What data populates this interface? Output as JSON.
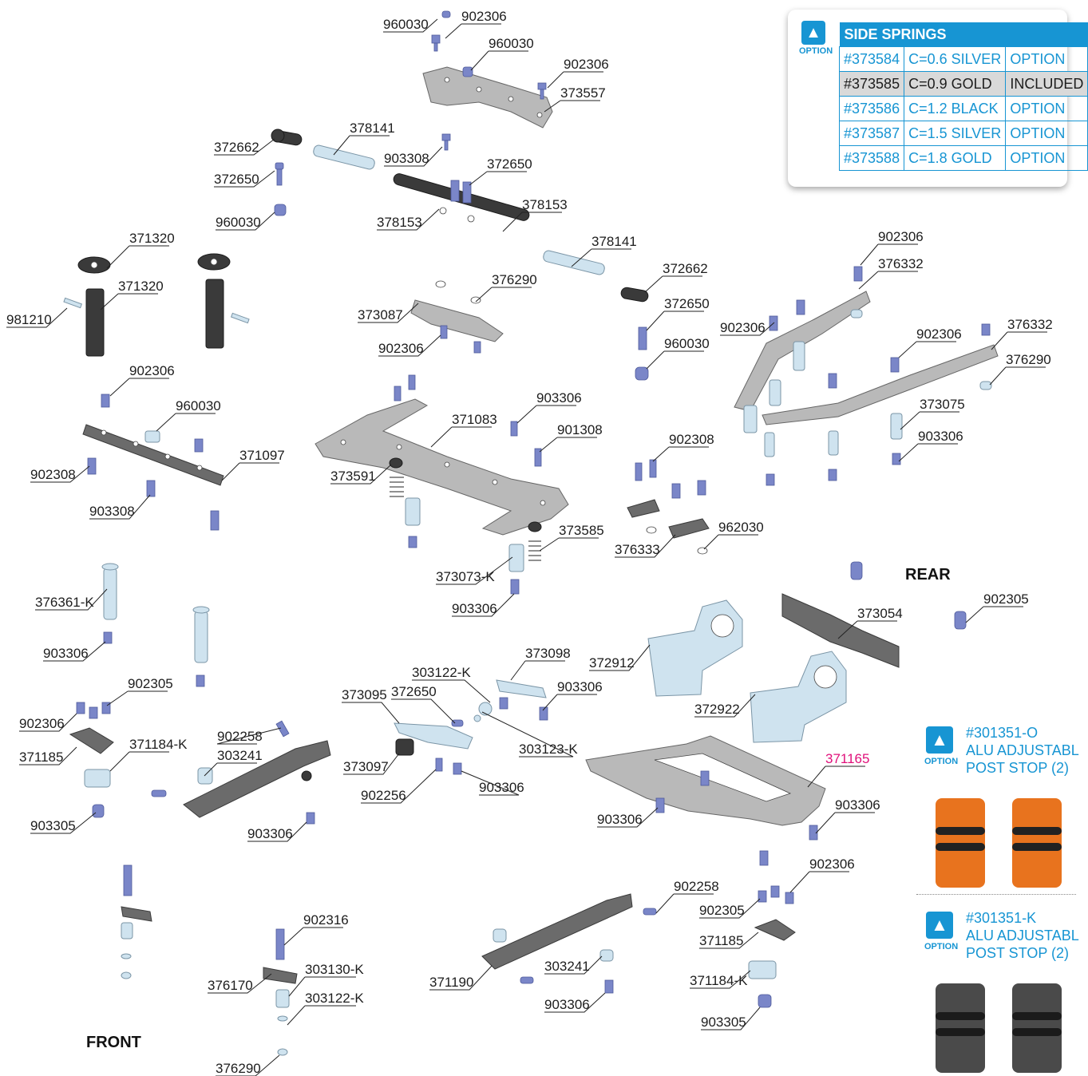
{
  "labels": {
    "l960030a": "960030",
    "l902306a": "902306",
    "l960030b": "960030",
    "l902306b": "902306",
    "l373557": "373557",
    "l903308a": "903308",
    "l372662a": "372662",
    "l378141a": "378141",
    "l372650a": "372650",
    "l960030c": "960030",
    "l372650b": "372650",
    "l378153a": "378153",
    "l378153b": "378153",
    "l371320a": "371320",
    "l371320b": "371320",
    "l981210": "981210",
    "l378141b": "378141",
    "l372662b": "372662",
    "l372650c": "372650",
    "l960030d": "960030",
    "l376290a": "376290",
    "l373087": "373087",
    "l902306c": "902306",
    "l902306d": "902306",
    "l376332a": "376332",
    "l902306e": "902306",
    "l902306f": "902306",
    "l376332b": "376332",
    "l376290b": "376290",
    "l373075": "373075",
    "l903306a": "903306",
    "l902306g": "902306",
    "l960030e": "960030",
    "l371097": "371097",
    "l902308a": "902308",
    "l903308b": "903308",
    "l903306b": "903306",
    "l371083": "371083",
    "l901308": "901308",
    "l373591": "373591",
    "l902308b": "902308",
    "l373585": "373585",
    "l962030": "962030",
    "l376333": "376333",
    "l373073k": "373073-K",
    "l903306c": "903306",
    "l376361k": "376361-K",
    "l903306d": "903306",
    "l902305a": "902305",
    "l373054": "373054",
    "l373098": "373098",
    "l303122ka": "303122-K",
    "l372912": "372912",
    "l903306e": "903306",
    "l373095": "373095",
    "l372650d": "372650",
    "l372922": "372922",
    "l902305b": "902305",
    "l902306h": "902306",
    "l371185a": "371185",
    "l371184ka": "371184-K",
    "l902258a": "902258",
    "l303241a": "303241",
    "l303123k": "303123-K",
    "l371165": "371165",
    "l373097": "373097",
    "l903306f": "903306",
    "l902256": "902256",
    "l903306g": "903306",
    "l903305a": "903305",
    "l903306h": "903306",
    "l903306i": "903306",
    "l902306i": "902306",
    "l902258b": "902258",
    "l902305c": "902305",
    "l371185b": "371185",
    "l902316": "902316",
    "l303130k": "303130-K",
    "l376170": "376170",
    "l303122kb": "303122-K",
    "l371190": "371190",
    "l303241b": "303241",
    "l371184kb": "371184-K",
    "l903306j": "903306",
    "l903305b": "903305",
    "l376290c": "376290"
  },
  "directions": {
    "rear": "REAR",
    "front": "FRONT"
  },
  "springs": {
    "badge": "OPTION",
    "title": "SIDE SPRINGS",
    "rows": [
      {
        "part": "#373584",
        "spec": "C=0.6 SILVER",
        "status": "OPTION"
      },
      {
        "part": "#373585",
        "spec": "C=0.9 GOLD",
        "status": "INCLUDED"
      },
      {
        "part": "#373586",
        "spec": "C=1.2 BLACK",
        "status": "OPTION"
      },
      {
        "part": "#373587",
        "spec": "C=1.5 SILVER",
        "status": "OPTION"
      },
      {
        "part": "#373588",
        "spec": "C=1.8 GOLD",
        "status": "OPTION"
      }
    ]
  },
  "option_cards": [
    {
      "badge": "OPTION",
      "part": "#301351-O",
      "line1": "ALU ADJUSTABL",
      "line2": "POST STOP (2)",
      "color": "#e8731e"
    },
    {
      "badge": "OPTION",
      "part": "#301351-K",
      "line1": "ALU ADJUSTABL",
      "line2": "POST STOP (2)",
      "color": "#4a4a4a"
    }
  ],
  "colors": {
    "accent": "#1795d3",
    "highlight_label": "#e0107a",
    "screw": "#7a86c8"
  }
}
